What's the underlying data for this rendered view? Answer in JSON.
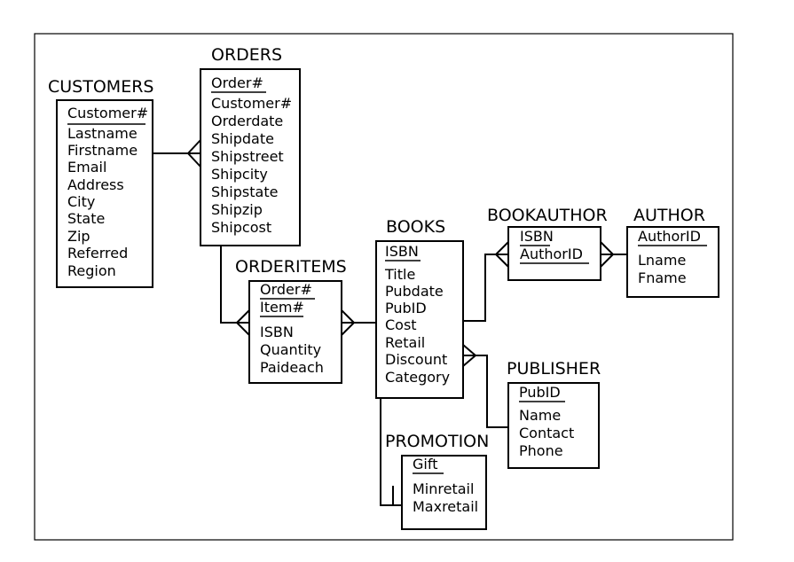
{
  "entities": {
    "customers": {
      "title": "CUSTOMERS",
      "keys": [
        "Customer#"
      ],
      "attrs": [
        "Lastname",
        "Firstname",
        "Email",
        "Address",
        "City",
        "State",
        "Zip",
        "Referred",
        "Region"
      ]
    },
    "orders": {
      "title": "ORDERS",
      "keys": [
        "Order#"
      ],
      "attrs": [
        "Customer#",
        "Orderdate",
        "Shipdate",
        "Shipstreet",
        "Shipcity",
        "Shipstate",
        "Shipzip",
        "Shipcost"
      ]
    },
    "orderitems": {
      "title": "ORDERITEMS",
      "keys": [
        "Order#",
        "Item#"
      ],
      "attrs": [
        "ISBN",
        "Quantity",
        "Paideach"
      ]
    },
    "books": {
      "title": "BOOKS",
      "keys": [
        "ISBN"
      ],
      "attrs": [
        "Title",
        "Pubdate",
        "PubID",
        "Cost",
        "Retail",
        "Discount",
        "Category"
      ]
    },
    "bookauthor": {
      "title": "BOOKAUTHOR",
      "keys": [
        "ISBN",
        "AuthorID"
      ],
      "attrs": []
    },
    "author": {
      "title": "AUTHOR",
      "keys": [
        "AuthorID"
      ],
      "attrs": [
        "Lname",
        "Fname"
      ]
    },
    "publisher": {
      "title": "PUBLISHER",
      "keys": [
        "PubID"
      ],
      "attrs": [
        "Name",
        "Contact",
        "Phone"
      ]
    },
    "promotion": {
      "title": "PROMOTION",
      "keys": [
        "Gift"
      ],
      "attrs": [
        "Minretail",
        "Maxretail"
      ]
    }
  }
}
